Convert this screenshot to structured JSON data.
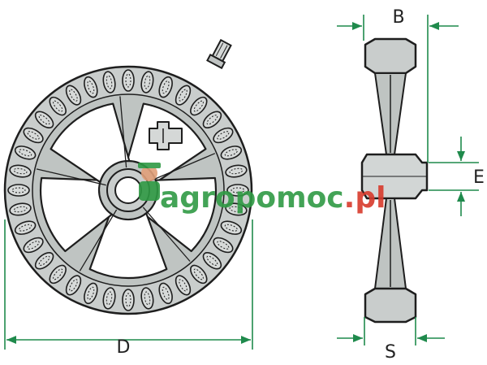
{
  "diagram": {
    "dimension_labels": {
      "diameter": "D",
      "width_top": "B",
      "hub_width": "E",
      "width_bottom": "S"
    },
    "watermark": {
      "text_prefix": "agro",
      "text_mid": "pomoc",
      "text_suffix": ".pl",
      "color_green": "#2f9a44",
      "color_red": "#d83a2c"
    },
    "colors": {
      "wheel_fill": "#c9cdcc",
      "wheel_dark": "#a9aeac",
      "outline": "#1e1e1e",
      "dimension_line": "#1f8a4c"
    }
  }
}
